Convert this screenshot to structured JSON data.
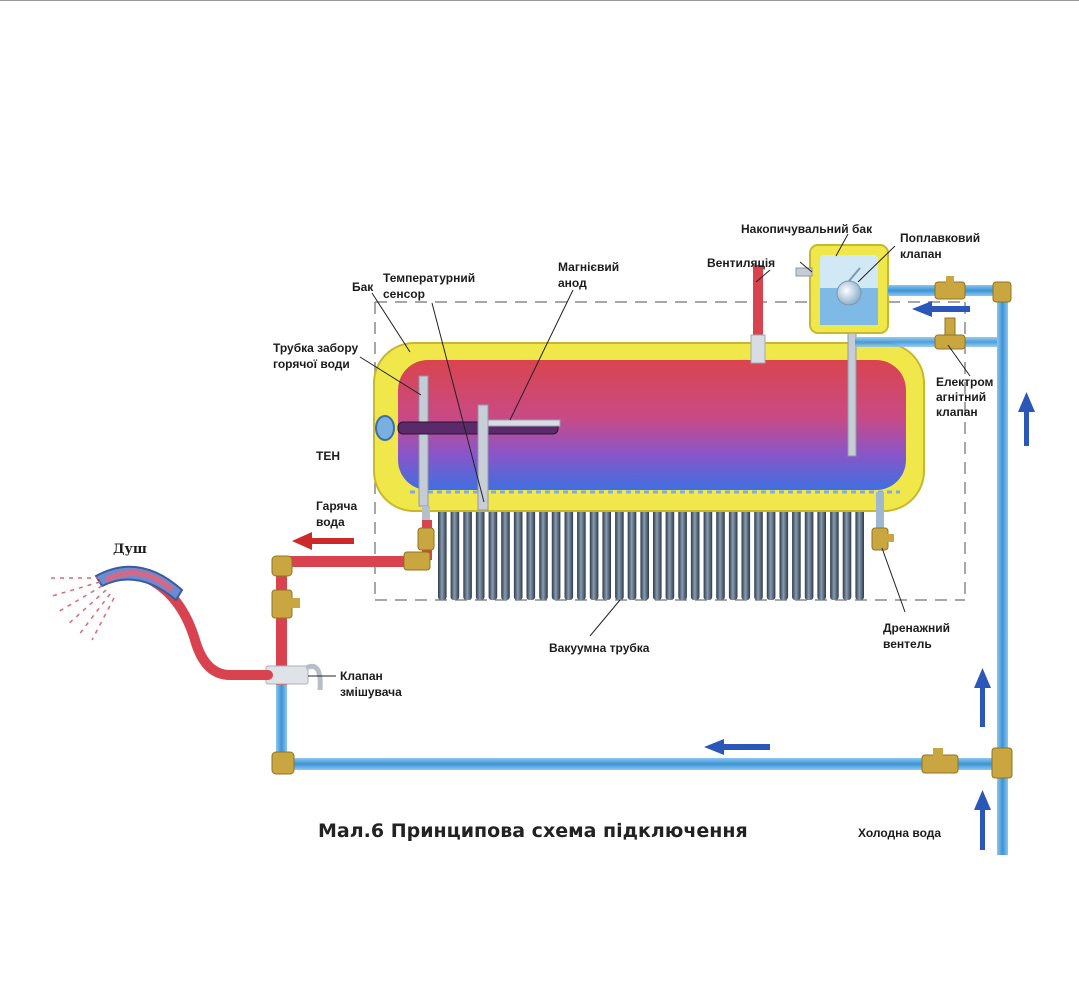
{
  "labels": {
    "storage_tank": "Накопичувальний бак",
    "float_valve_1": "Поплавковий",
    "float_valve_2": "клапан",
    "ventilation": "Вентиляція",
    "temp_sensor_1": "Температурний",
    "temp_sensor_2": "сенсор",
    "magnesium_anode_1": "Магнієвий",
    "magnesium_anode_2": "анод",
    "tank": "Бак",
    "hot_intake_1": "Трубка забору",
    "hot_intake_2": "горячої води",
    "heater": "ТЕН",
    "hot_water_1": "Гаряча",
    "hot_water_2": "вода",
    "shower": "Душ",
    "electromagnetic_valve_1": "Електром",
    "electromagnetic_valve_2": "агнітний",
    "electromagnetic_valve_3": "клапан",
    "mixing_valve_1": "Клапан",
    "mixing_valve_2": "змішувача",
    "vacuum_tube": "Вакуумна трубка",
    "drain_valve_1": "Дренажний",
    "drain_valve_2": "вентель",
    "cold_water": "Холодна вода"
  },
  "caption": "Мал.6 Принципова схема підключення",
  "colors": {
    "hot_pipe": "#d9424f",
    "cold_pipe": "#4a9fdc",
    "tank_shell": "#f0e84a",
    "flow_arrow_hot": "#cc2a2a",
    "flow_arrow_cold": "#2a57b8",
    "brass_fitting": "#c9a640",
    "vacuum_tube": "#4d5f73"
  },
  "vacuum_tubes_count": 34
}
